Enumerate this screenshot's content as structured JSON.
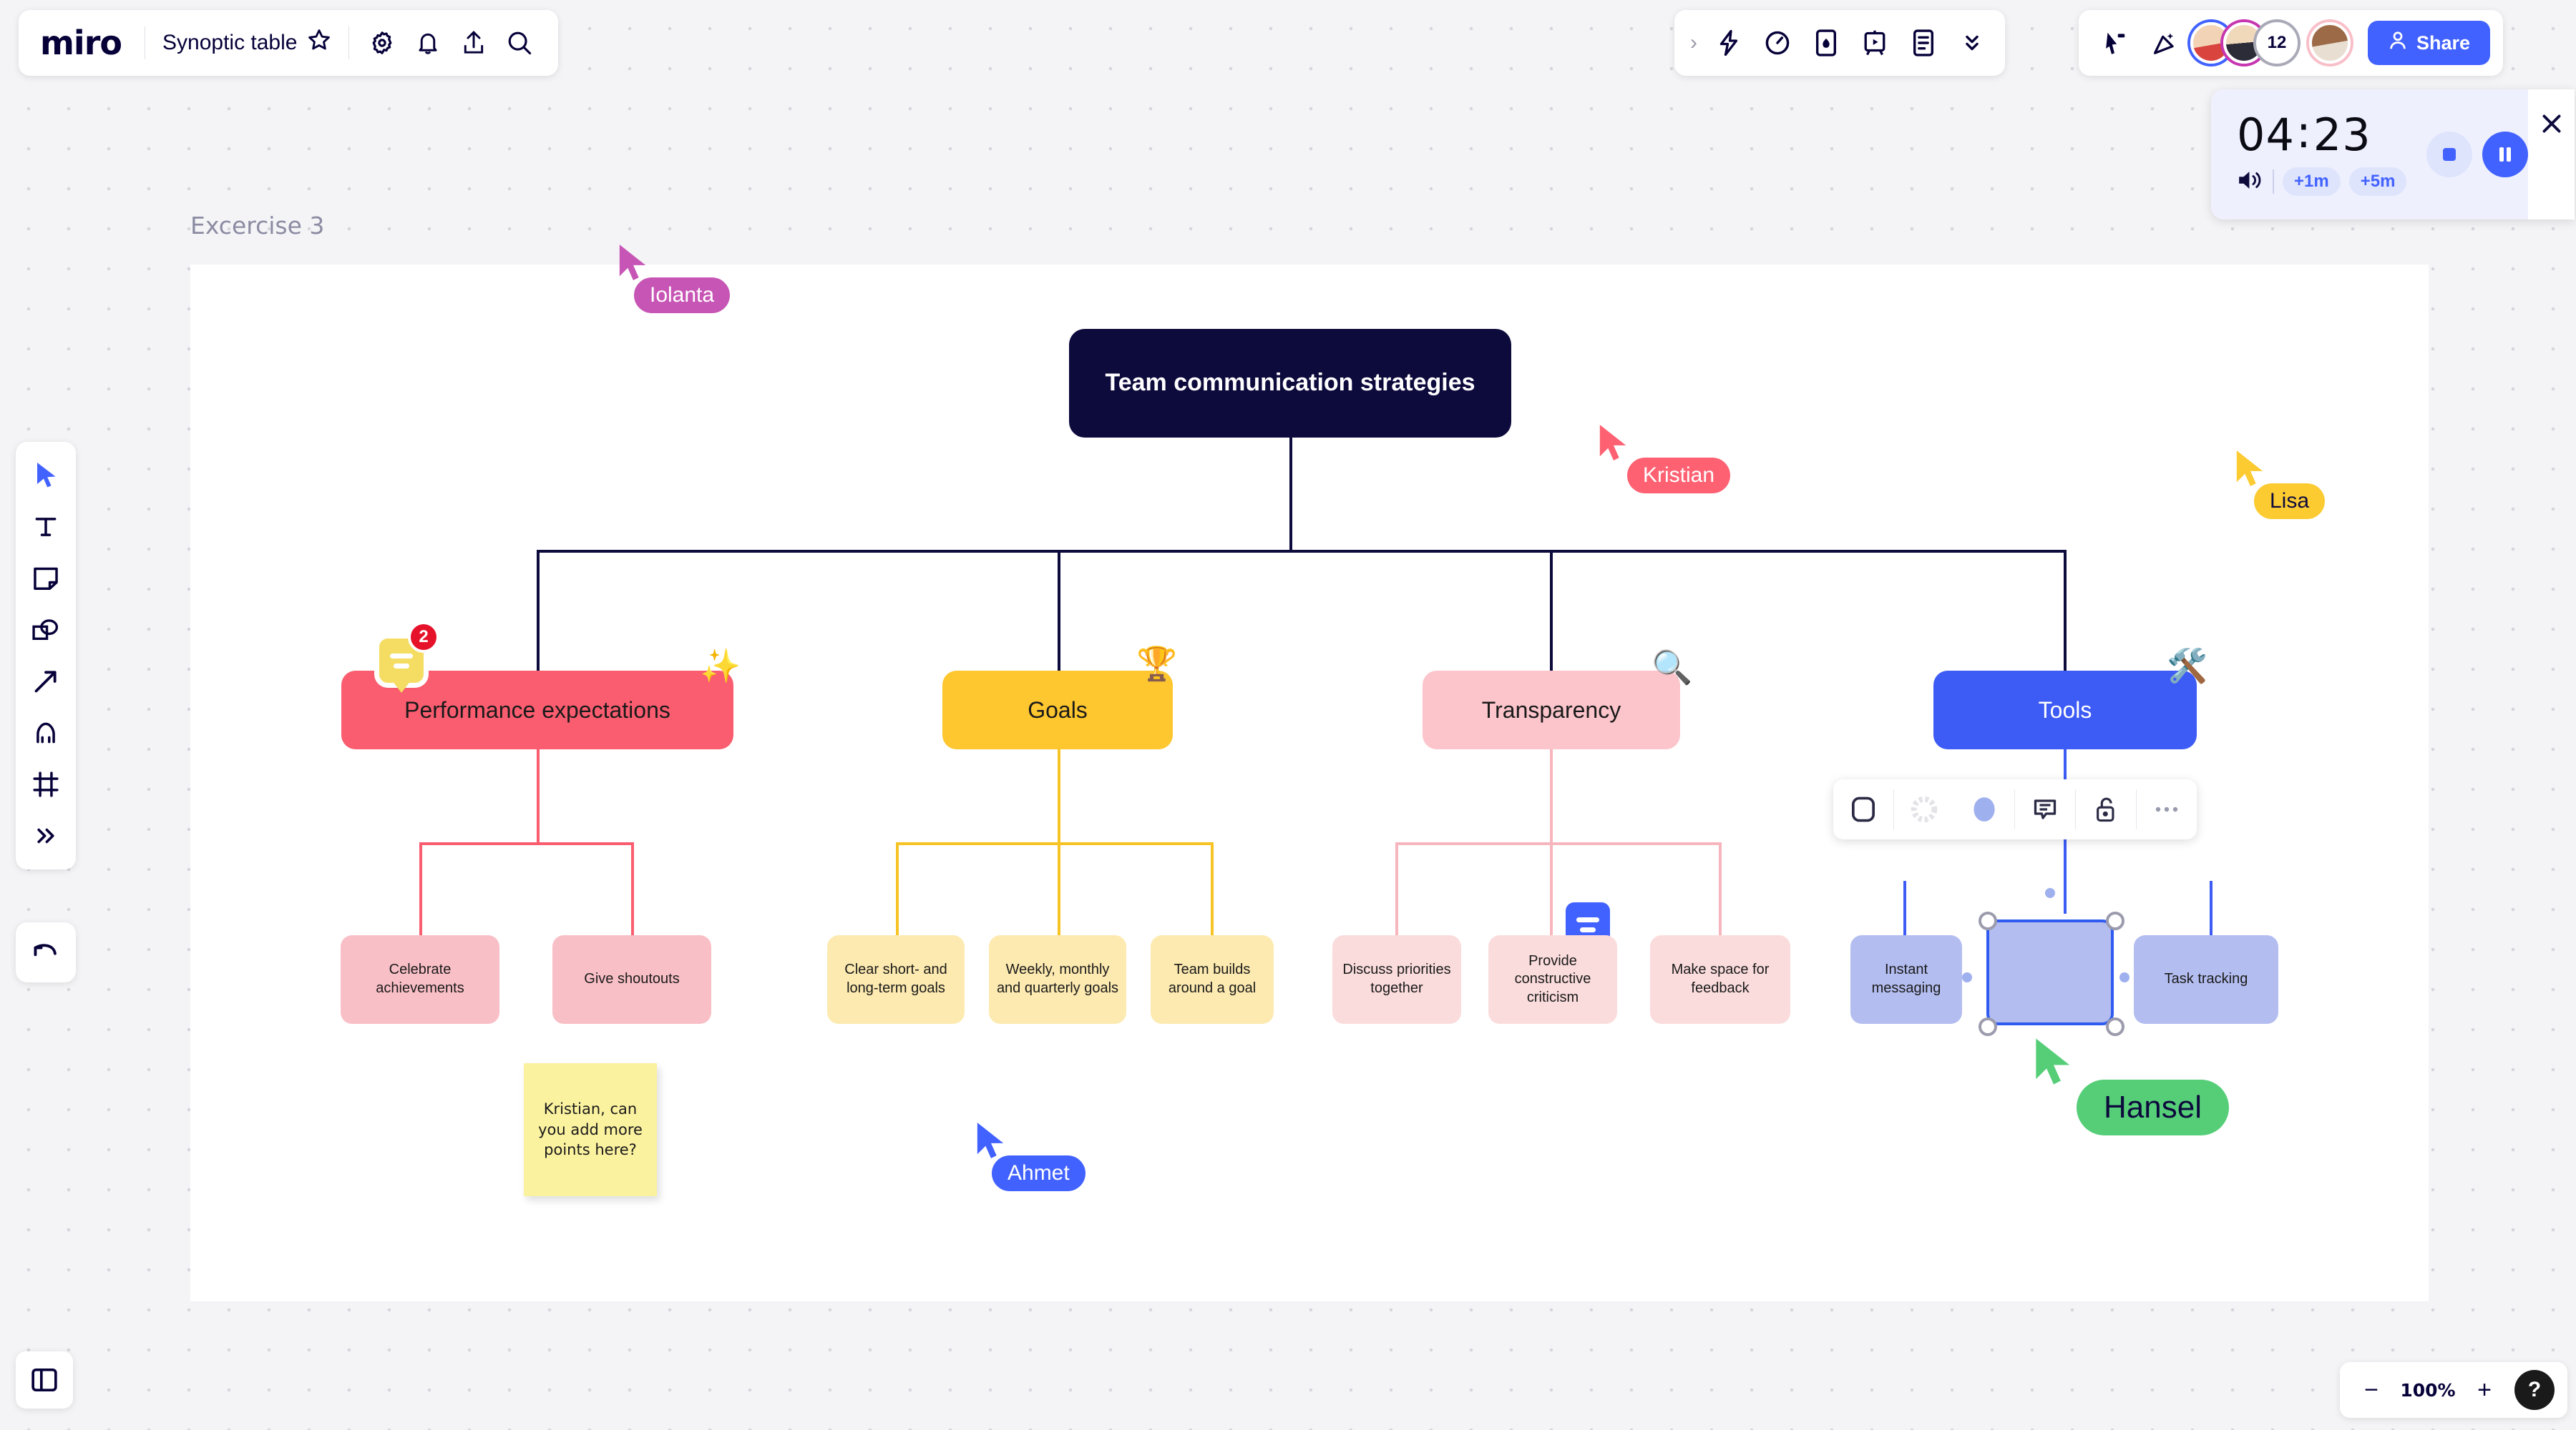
{
  "app": {
    "logo": "miro",
    "board_title": "Synoptic table"
  },
  "toolbar_top_left_icons": [
    "star-icon",
    "gear-icon",
    "bell-icon",
    "upload-icon",
    "search-icon"
  ],
  "toolbar_mid_icons": [
    "chevron-right-icon",
    "lightning-icon",
    "timer-icon",
    "video-icon",
    "present-icon",
    "notes-icon",
    "chevron-double-down-icon"
  ],
  "toolbar_right": {
    "icons": [
      "cursor-chat-icon",
      "reactions-icon"
    ],
    "avatar_overflow_count": "12",
    "share_label": "Share"
  },
  "timer": {
    "minutes": "04",
    "separator": ":",
    "seconds": "23",
    "add_one_minute": "+1m",
    "add_five_minutes": "+5m",
    "volume_icon": "volume-icon",
    "stop_icon": "stop-icon",
    "pause_icon": "pause-icon",
    "close_icon": "close-icon"
  },
  "left_toolbar": {
    "items": [
      {
        "name": "select-tool",
        "icon": "cursor-arrow-icon"
      },
      {
        "name": "text-tool",
        "icon": "text-t-icon"
      },
      {
        "name": "sticky-note-tool",
        "icon": "sticky-note-icon"
      },
      {
        "name": "shapes-tool",
        "icon": "shapes-icon"
      },
      {
        "name": "connector-tool",
        "icon": "arrow-icon"
      },
      {
        "name": "pen-tool",
        "icon": "pen-icon"
      },
      {
        "name": "frame-tool",
        "icon": "frame-icon"
      },
      {
        "name": "more-tools",
        "icon": "chevron-double-right-icon"
      }
    ],
    "undo_icon": "undo-icon",
    "panel_toggle_icon": "side-panel-icon"
  },
  "zoom_bar": {
    "minus": "−",
    "value": "100%",
    "plus": "+",
    "help": "?"
  },
  "context_toolbar": {
    "items": [
      {
        "name": "shape-icon",
        "label": "shape"
      },
      {
        "name": "color-empty-icon",
        "label": "no fill"
      },
      {
        "name": "color-fill-icon",
        "label": "fill color"
      },
      {
        "name": "comment-icon",
        "label": "comment"
      },
      {
        "name": "unlock-icon",
        "label": "unlock"
      },
      {
        "name": "more-options-icon",
        "label": "more"
      }
    ]
  },
  "board": {
    "frame_label": "Excercise 3",
    "root": {
      "label": "Team communication strategies",
      "color": "#0d0a3c"
    },
    "branches": [
      {
        "label": "Performance expectations",
        "color": "#fa5d6f",
        "sticker": "sparkles",
        "comment_count": "2",
        "children": [
          {
            "label": "Celebrate achievements",
            "color": "#f9bfc6"
          },
          {
            "label": "Give shoutouts",
            "color": "#f9bfc6"
          }
        ]
      },
      {
        "label": "Goals",
        "color": "#fec62f",
        "sticker": "trophy",
        "children": [
          {
            "label": "Clear short- and long-term goals",
            "color": "#fdeab0"
          },
          {
            "label": "Weekly, monthly and quarterly goals",
            "color": "#fdeab0"
          },
          {
            "label": "Team builds around a goal",
            "color": "#fdeab0"
          }
        ]
      },
      {
        "label": "Transparency",
        "color": "#fbc5cb",
        "sticker": "magnifier",
        "children": [
          {
            "label": "Discuss priorities together",
            "color": "#fbdcdc"
          },
          {
            "label": "Provide constructive criticism",
            "color": "#fbdcdc",
            "has_comment": true
          },
          {
            "label": "Make space for feedback",
            "color": "#fbdcdc"
          }
        ]
      },
      {
        "label": "Tools",
        "color": "#3d5bf5",
        "sticker": "hammer-and-wrench",
        "children": [
          {
            "label": "Instant messaging",
            "color": "#b3bdf0"
          },
          {
            "label": "",
            "color": "#b3bdf0",
            "selected": true
          },
          {
            "label": "Task tracking",
            "color": "#b3bdf0"
          }
        ]
      }
    ],
    "sticky_note": {
      "text": "Kristian, can you add more points here?",
      "color": "#fbf2a0"
    },
    "cursors": [
      {
        "name": "Iolanta",
        "color": "#c755b5",
        "text_color": "#ffffff"
      },
      {
        "name": "Kristian",
        "color": "#fd6172",
        "text_color": "#ffffff"
      },
      {
        "name": "Lisa",
        "color": "#fccb32",
        "text_color": "#0d0a3c"
      },
      {
        "name": "Ahmet",
        "color": "#4262ff",
        "text_color": "#ffffff"
      },
      {
        "name": "Hansel",
        "color": "#56ce78",
        "text_color": "#0d0a3c"
      }
    ]
  }
}
